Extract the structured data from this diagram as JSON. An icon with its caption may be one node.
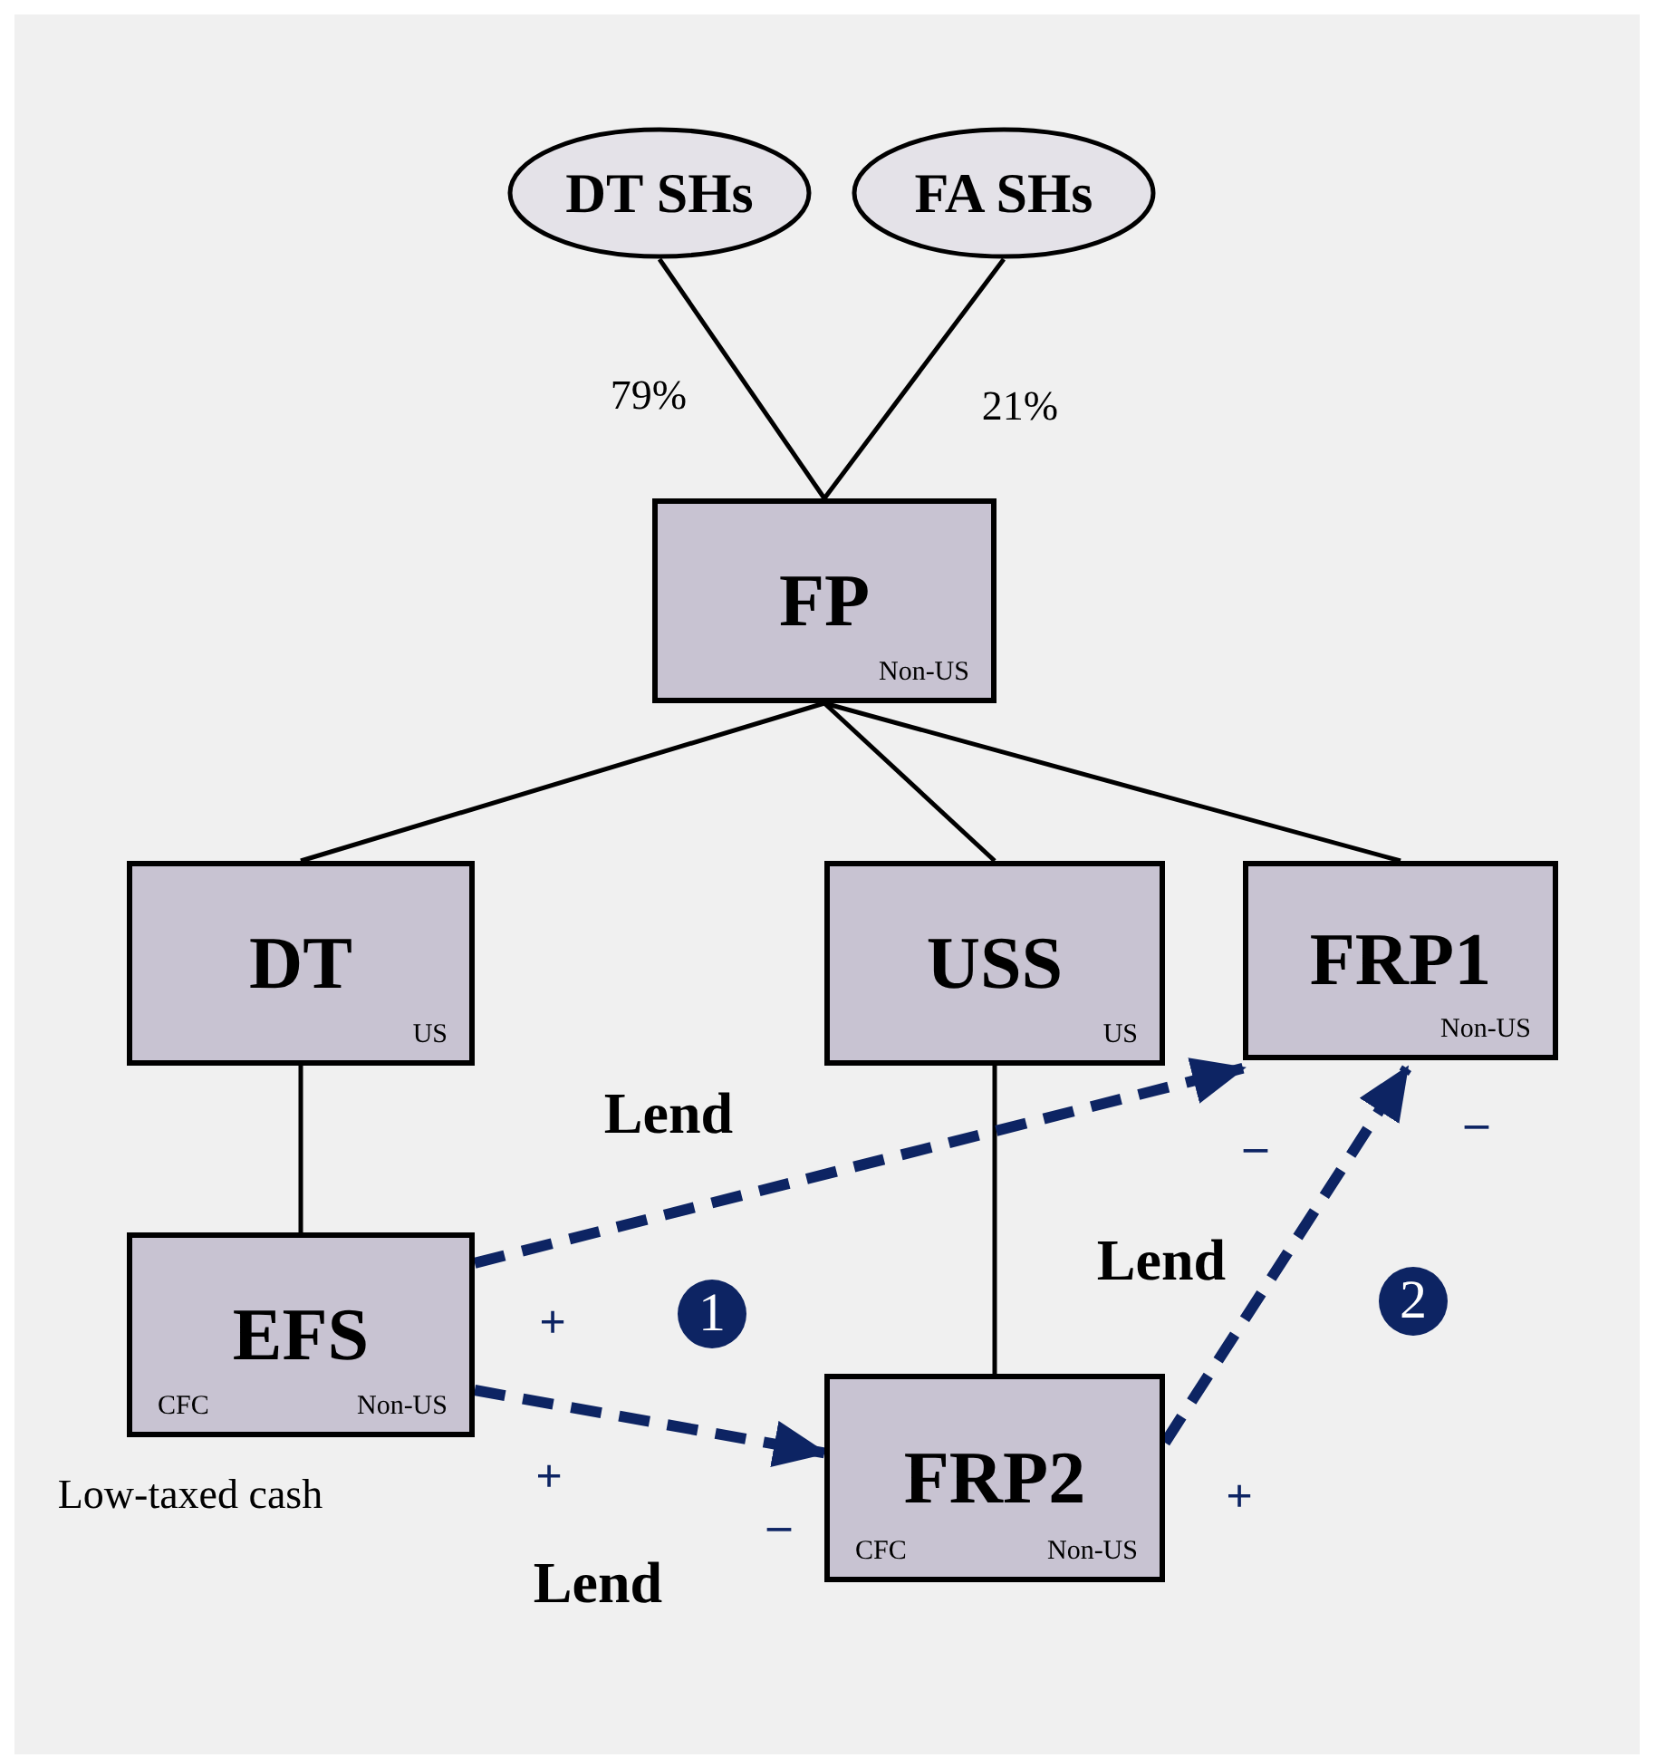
{
  "diagram": {
    "nodes": [
      {
        "text": [
          "DT SHs"
        ]
      },
      {
        "text": [
          "FA SHs"
        ]
      },
      {
        "text": [
          "FP",
          "Non-US"
        ]
      },
      {
        "text": [
          "DT",
          "US"
        ]
      },
      {
        "text": [
          "USS",
          "US"
        ]
      },
      {
        "text": [
          "FRP1",
          "Non-US"
        ]
      },
      {
        "text": [
          "EFS",
          "CFC",
          "Non-US"
        ],
        "beside": [
          "Low-taxed cash"
        ]
      },
      {
        "text": [
          "FRP2",
          "CFC",
          "Non-US"
        ]
      }
    ],
    "edges": [
      {
        "from": 0,
        "to": 2,
        "arrow": "none",
        "label": "79%"
      },
      {
        "from": 1,
        "to": 2,
        "arrow": "none",
        "label": "21%"
      },
      {
        "from": 2,
        "to": 3,
        "arrow": "none"
      },
      {
        "from": 2,
        "to": 4,
        "arrow": "none"
      },
      {
        "from": 2,
        "to": 5,
        "arrow": "none"
      },
      {
        "from": 3,
        "to": 6,
        "arrow": "none"
      },
      {
        "from": 4,
        "to": 7,
        "arrow": "none"
      },
      {
        "from": 6,
        "to": 5,
        "arrow": "to",
        "label": "Lend",
        "style": "dashed",
        "color": "#0d2463"
      },
      {
        "from": 6,
        "to": 7,
        "arrow": "to",
        "label": "Lend",
        "style": "dashed",
        "color": "#0d2463"
      },
      {
        "from": 7,
        "to": 5,
        "arrow": "to",
        "label": "Lend",
        "style": "dashed",
        "color": "#0d2463"
      }
    ],
    "labels": [
      "–",
      "–",
      "2",
      "1",
      "+",
      "+",
      "+",
      "–"
    ]
  }
}
